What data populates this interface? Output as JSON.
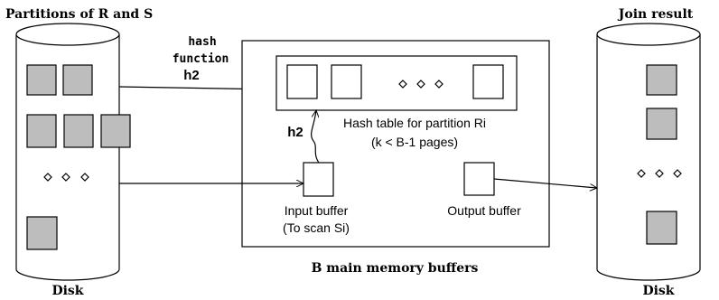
{
  "left_disk": {
    "title": "Partitions of R and S",
    "label": "Disk"
  },
  "right_disk": {
    "title": "Join result",
    "label": "Disk"
  },
  "hash_function": {
    "line1": "hash",
    "line2": "function",
    "name": "h2"
  },
  "memory": {
    "title": "B main memory buffers",
    "hash_table_label": "Hash table for partition Ri",
    "hash_table_sublabel": "(k < B-1 pages)",
    "probe_label": "h2",
    "input_buffer_label": "Input buffer",
    "input_buffer_sublabel": "(To scan Si)",
    "output_buffer_label": "Output buffer"
  },
  "colors": {
    "page_fill": "#bdbdbd",
    "stroke": "#000000",
    "background": "#ffffff"
  }
}
